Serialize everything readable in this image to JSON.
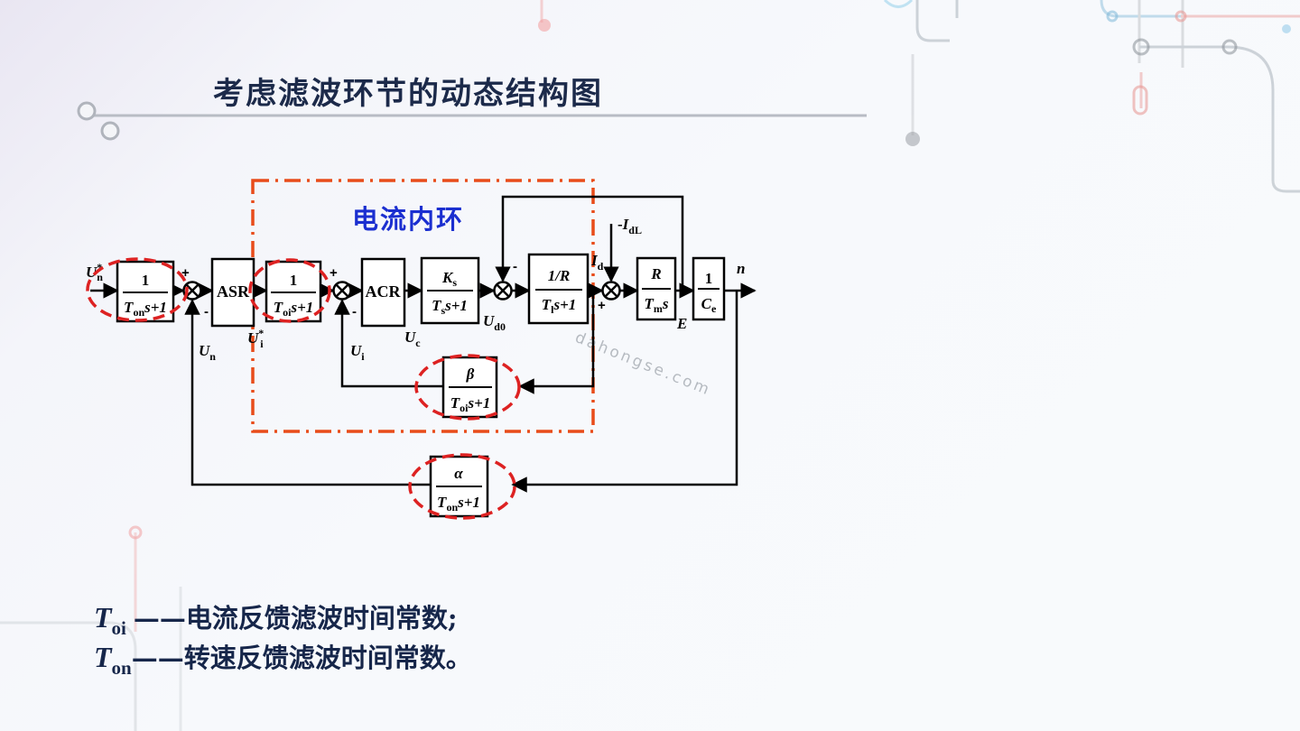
{
  "slide": {
    "title": "考虑滤波环节的动态结构图"
  },
  "diagram": {
    "inner_loop_label": "电流内环",
    "watermark": "dahongse.com",
    "blocks": {
      "filter_n": {
        "num": "1",
        "den_T": "T",
        "den_sub": "on",
        "den_rest": "s+1"
      },
      "asr": "ASR",
      "filter_i": {
        "num": "1",
        "den_T": "T",
        "den_sub": "oi",
        "den_rest": "s+1"
      },
      "acr": "ACR",
      "converter": {
        "num_K": "K",
        "num_sub": "s",
        "den_T": "T",
        "den_sub": "s",
        "den_rest": "s+1"
      },
      "armature": {
        "num": "1/R",
        "den_T": "T",
        "den_sub": "l",
        "den_rest": "s+1"
      },
      "mechanical": {
        "num": "R",
        "den_T": "T",
        "den_sub": "m",
        "den_rest": "s"
      },
      "emf": {
        "num": "1",
        "den_C": "C",
        "den_sub": "e"
      },
      "current_fb": {
        "num": "β",
        "den_T": "T",
        "den_sub": "oi",
        "den_rest": "s+1"
      },
      "speed_fb": {
        "num": "α",
        "den_T": "T",
        "den_sub": "on",
        "den_rest": "s+1"
      }
    },
    "signals": {
      "un_star": {
        "main": "U",
        "sup": "*",
        "sub": "n"
      },
      "un": {
        "main": "U",
        "sub": "n"
      },
      "ui_star": {
        "main": "U",
        "sup": "*",
        "sub": "i"
      },
      "ui": {
        "main": "U",
        "sub": "i"
      },
      "uc": {
        "main": "U",
        "sub": "c"
      },
      "ud0": {
        "main": "U",
        "sub": "d0"
      },
      "id": {
        "main": "I",
        "sub": "d"
      },
      "idl": {
        "prefix": "-",
        "main": "I",
        "sub": "dL"
      },
      "e": "E",
      "n": "n"
    },
    "signs": {
      "plus": "+",
      "minus": "-"
    }
  },
  "legend": [
    {
      "symbol": "T",
      "sub": "oi",
      "desc": "——电流反馈滤波时间常数;"
    },
    {
      "symbol": "T",
      "sub": "on",
      "desc": "——转速反馈滤波时间常数。"
    }
  ],
  "colors": {
    "title": "#1c2a4a",
    "line": "#000000",
    "highlight": "#dd2222",
    "loop_box": "#e84c1a",
    "inner_label": "#1b2fd0",
    "legend": "#16264a"
  }
}
